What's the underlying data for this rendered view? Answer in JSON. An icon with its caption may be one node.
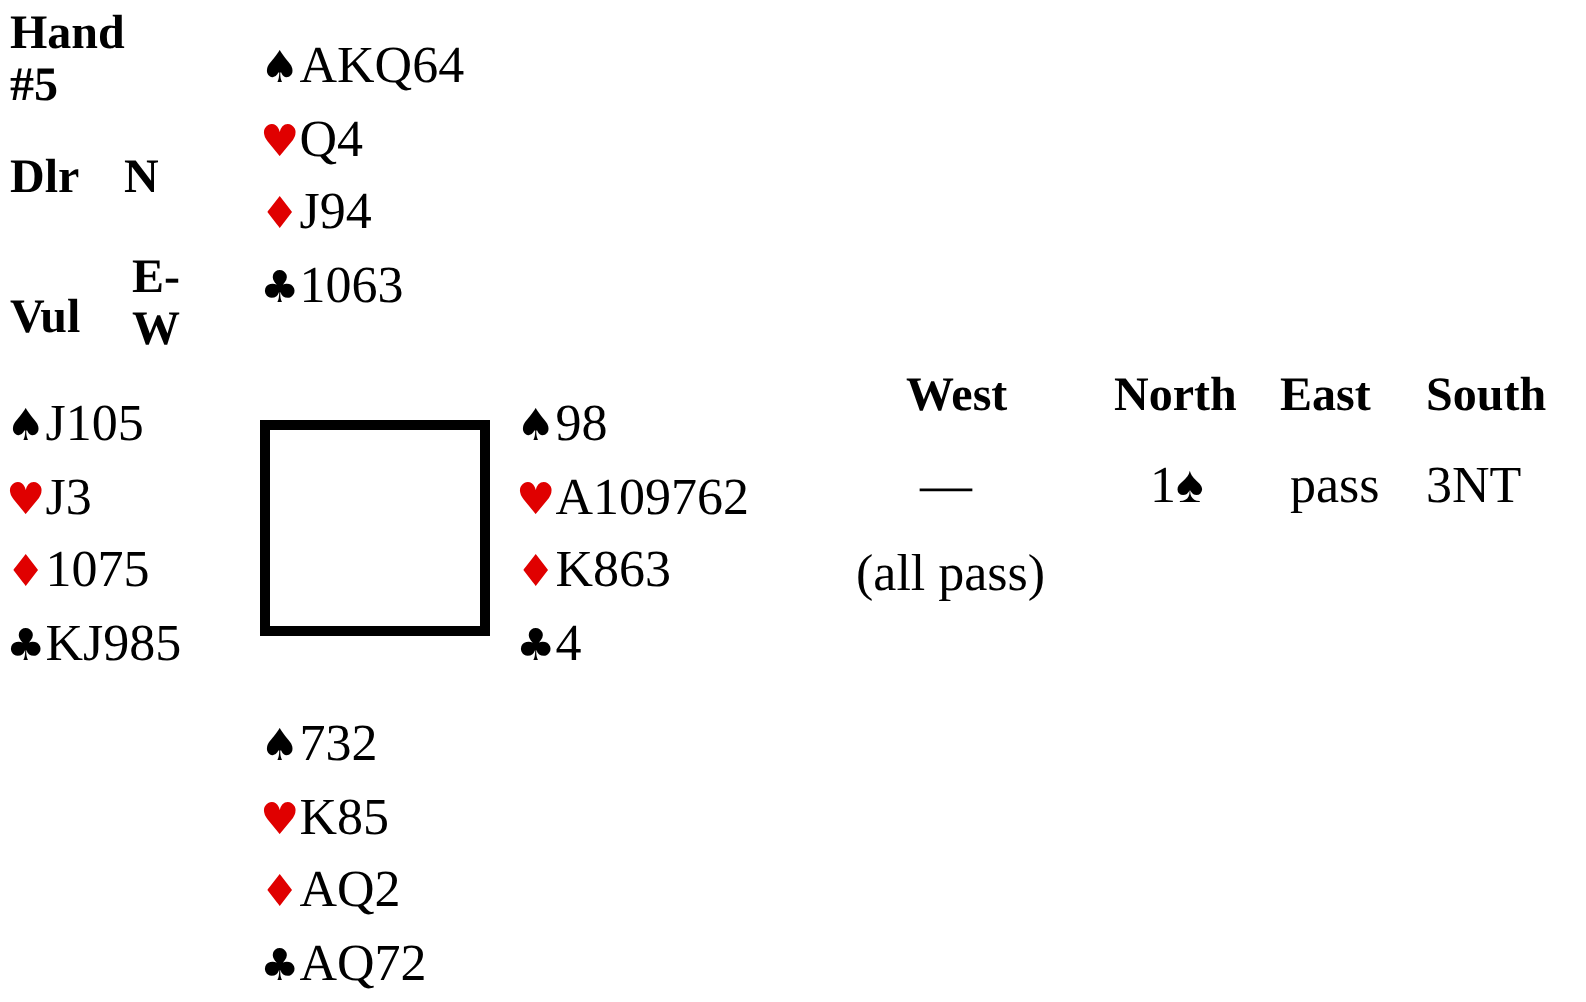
{
  "diagram": {
    "labels": [
      "Hand #5",
      "Dlr",
      "N",
      "Vul",
      "E-W",
      "♠AKQ64",
      "♥Q4",
      "♦J94",
      "♣1063",
      "♠J105",
      "♥J3",
      "♦1075",
      "♣KJ985",
      "♠98",
      "♥A109762",
      "♦K863",
      "♣4",
      "West",
      "North",
      "East",
      "South",
      "—",
      "1♠",
      "pass",
      "3NT",
      "(all pass)",
      "♠732",
      "♥K85",
      "♦AQ2",
      "♣AQ72"
    ]
  }
}
